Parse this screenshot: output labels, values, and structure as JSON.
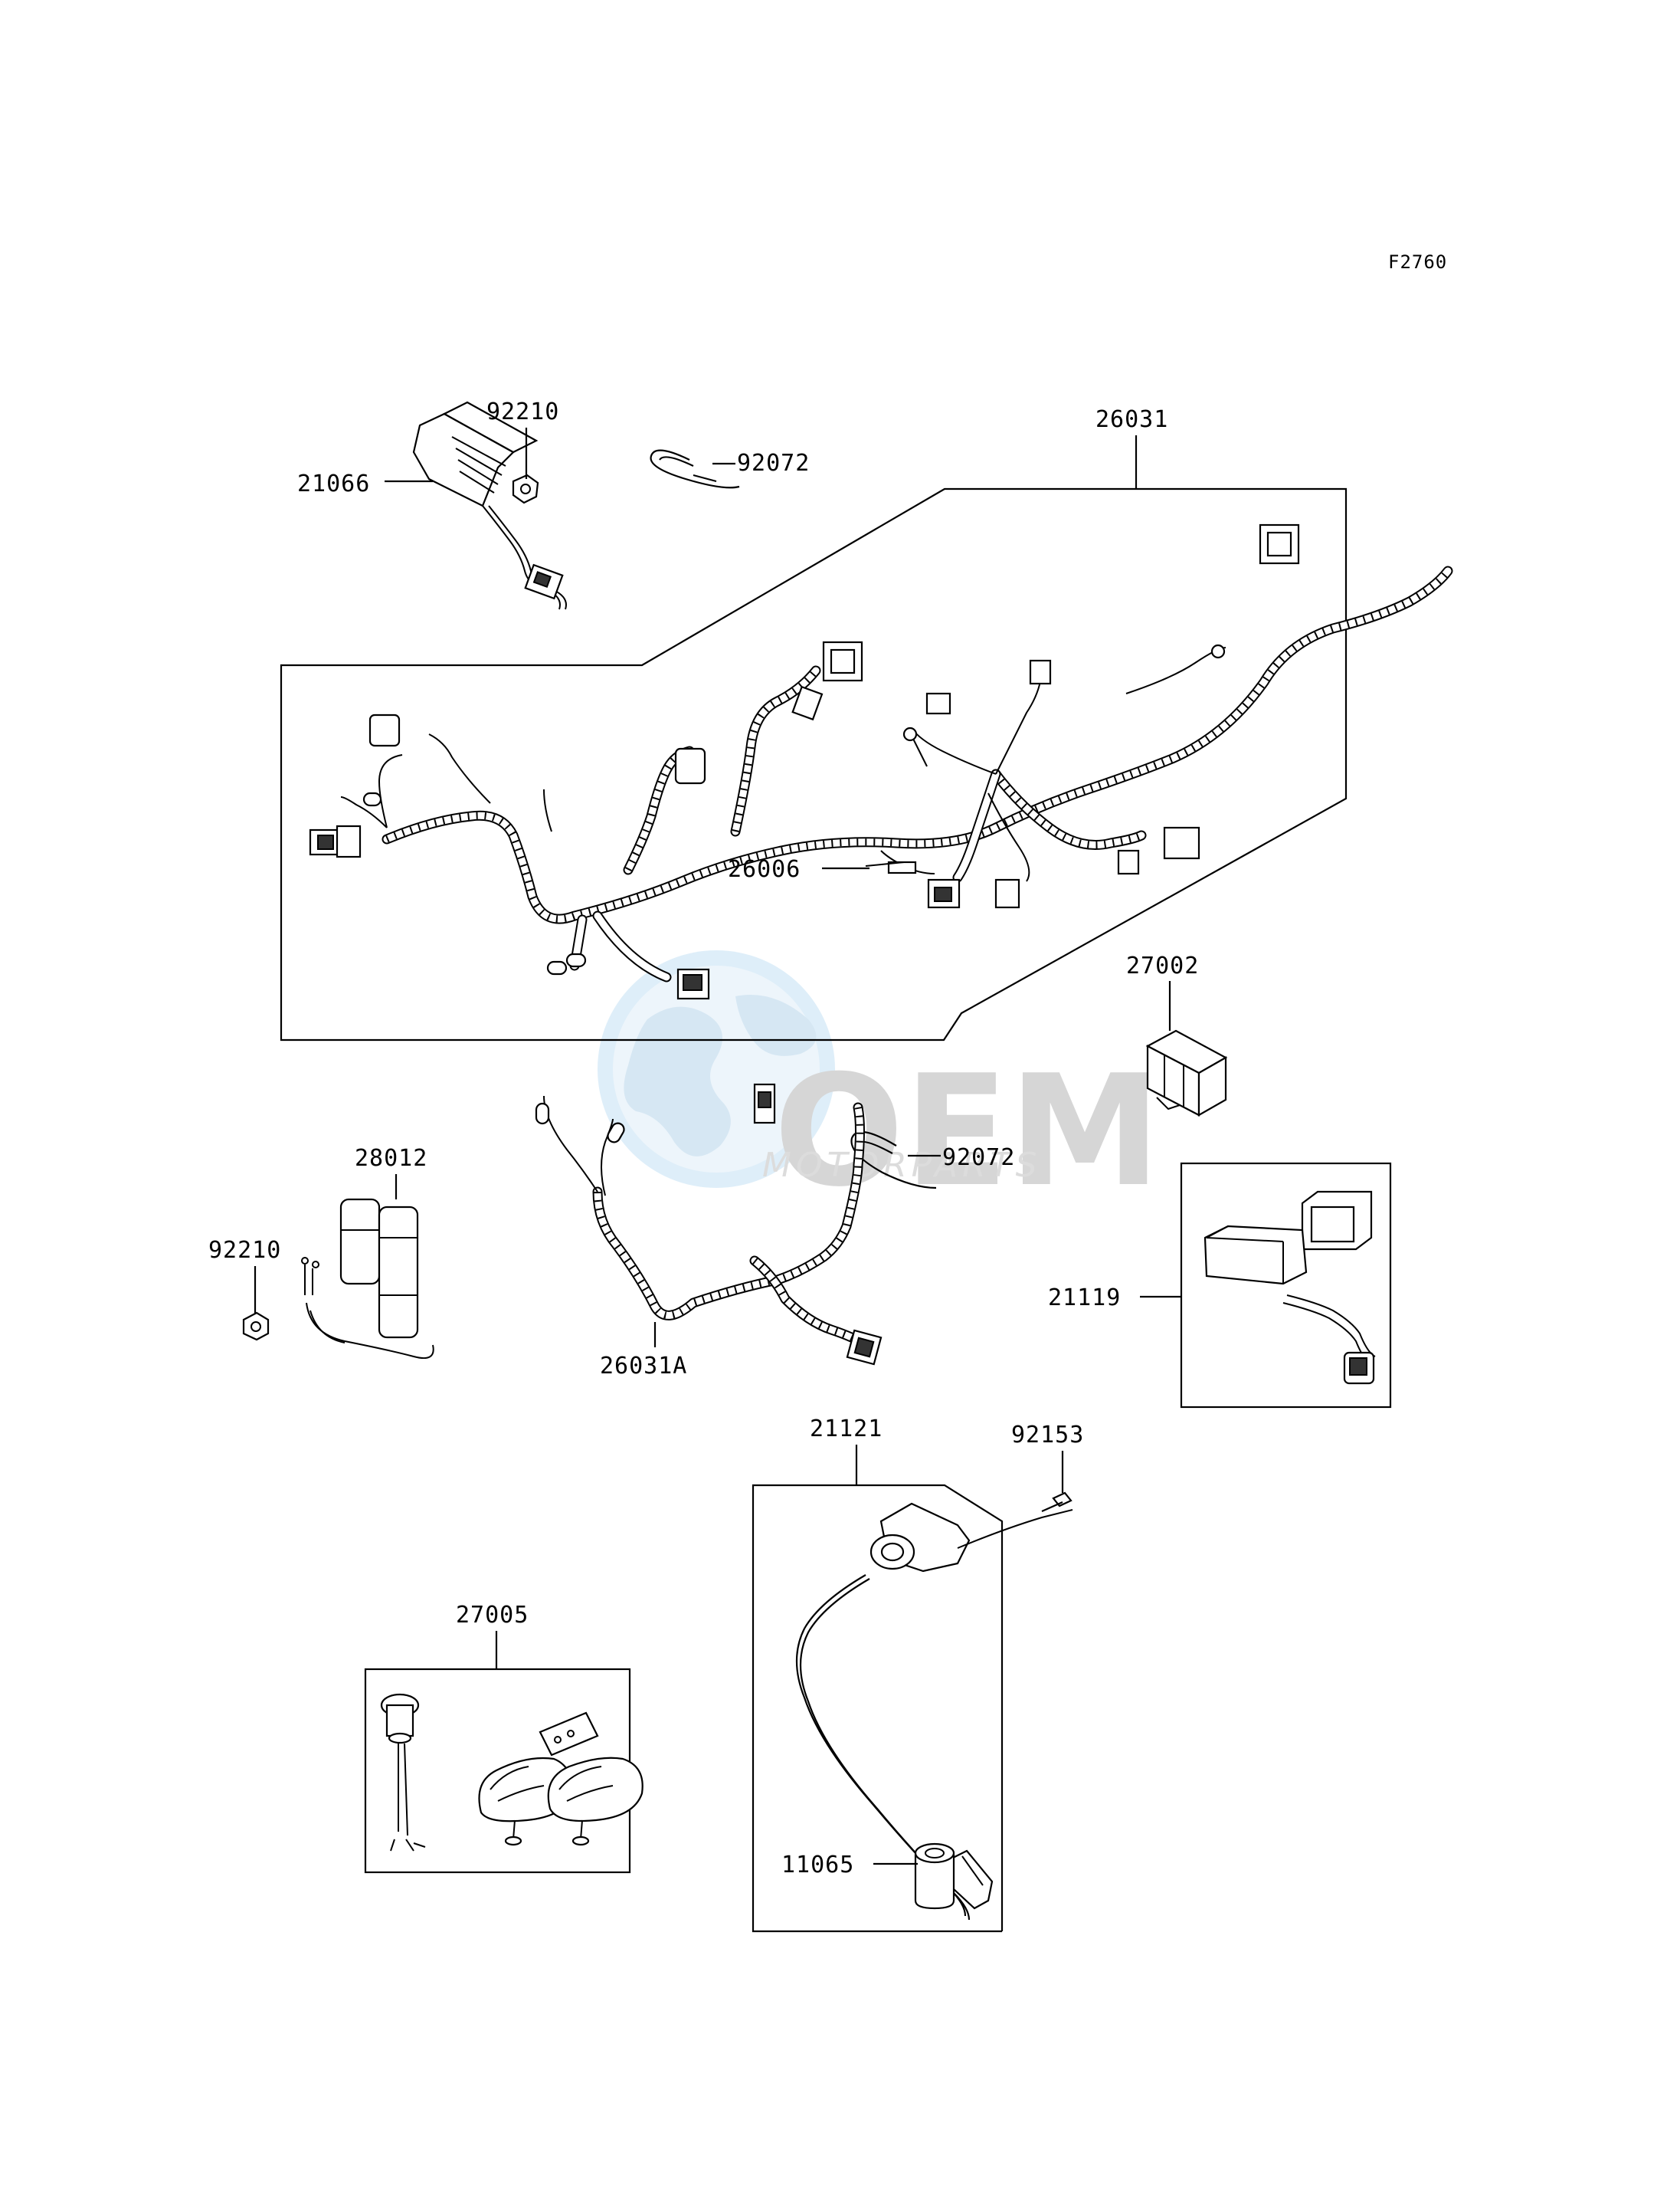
{
  "figure_code": "F2760",
  "watermark": {
    "brand": "OEM",
    "sub": "MOTORPARTS"
  },
  "part_numbers": {
    "regulator": "21066",
    "nut_top": "92210",
    "band_top": "92072",
    "main_harness": "26031",
    "wire_lead": "26006",
    "relay": "27002",
    "band_mid": "92072",
    "sub_harness": "26031A",
    "battery_case": "28012",
    "nut_left": "92210",
    "cdi_unit": "21119",
    "ignition_coil": "21121",
    "screw": "92153",
    "horn_set": "27005",
    "plug_cap": "11065"
  }
}
